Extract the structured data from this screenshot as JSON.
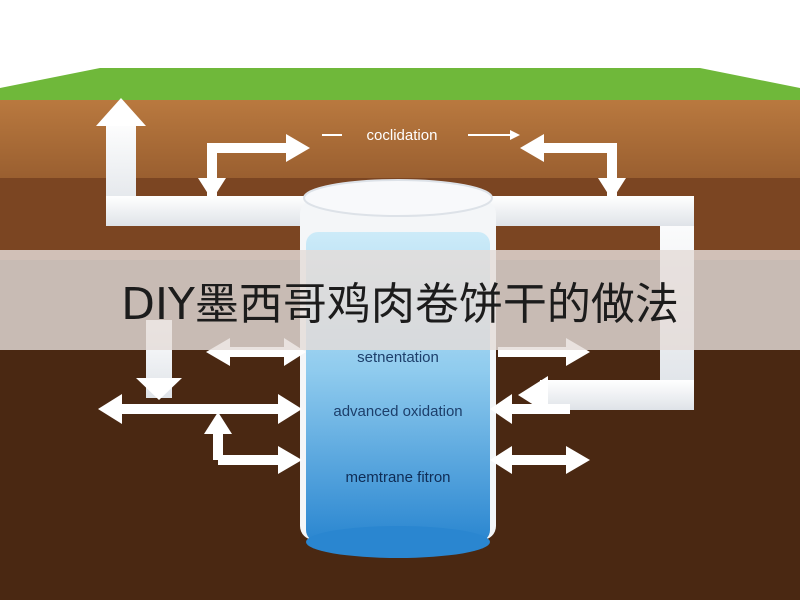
{
  "title": "DIY墨西哥鸡肉卷饼干的做法",
  "diagram": {
    "labels": {
      "top": "coclidation",
      "sedimentation": "setnentation",
      "oxidation": "advanced oxidation",
      "membrane": "memtrane fitron"
    },
    "colors": {
      "grass": "#6fb83a",
      "soil_top": "#a86a3a",
      "soil_mid": "#7d4a24",
      "soil_deep": "#4a2812",
      "pipe": "#f2f4f6",
      "water_light": "#bfe3f5",
      "water_deep": "#2f8fd6",
      "tank_cap": "#f7f8fa"
    }
  }
}
